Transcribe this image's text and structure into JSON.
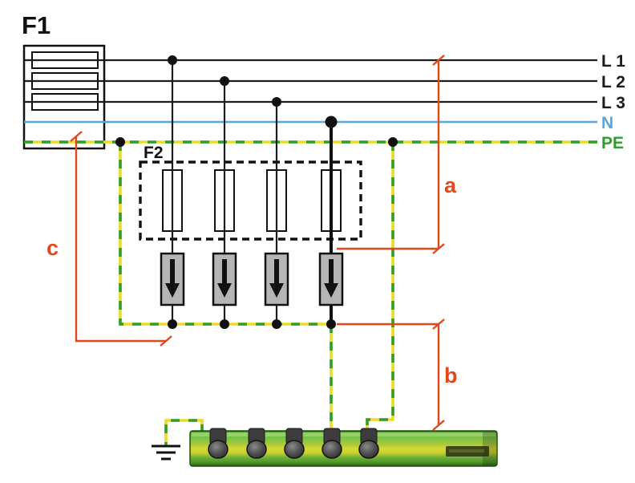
{
  "diagram": {
    "labels": {
      "fuse_main": "F1",
      "fuse_group": "F2",
      "line_1": "L 1",
      "line_2": "L 2",
      "line_3": "L 3",
      "neutral": "N",
      "protective_earth": "PE",
      "dim_a": "a",
      "dim_b": "b",
      "dim_c": "c"
    },
    "colors": {
      "conductor_black": "#1c1c1c",
      "neutral_blue": "#55a8dc",
      "pe_green": "#2f9e2f",
      "pe_yellow": "#e8dc28",
      "dimension_red": "#e2481c",
      "arrester_gray": "#b5b5b5",
      "busbar_green": "#57a52e"
    }
  }
}
